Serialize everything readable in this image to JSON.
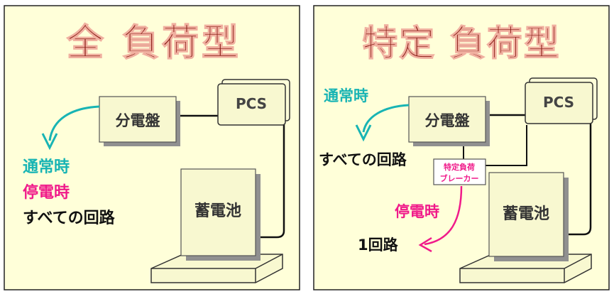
{
  "colors": {
    "panel_bg": "#ffffd9",
    "title_fill": "#8a1b14",
    "title_outline": "#f0b0a0",
    "box_fill": "#f8f8d0",
    "box_border": "#555555",
    "shadow": "#909090",
    "cyan": "#18b4b4",
    "magenta": "#f01a8a",
    "black": "#111111",
    "gray_text": "#444444"
  },
  "left_panel": {
    "title": "全 負荷型",
    "distribution_board": "分電盤",
    "pcs": "PCS",
    "battery": "蓄電池",
    "label_normal": "通常時",
    "label_outage": "停電時",
    "label_all_circuits": "すべての回路"
  },
  "right_panel": {
    "title": "特定 負荷型",
    "distribution_board": "分電盤",
    "pcs": "PCS",
    "battery": "蓄電池",
    "label_normal": "通常時",
    "label_all_circuits": "すべての回路",
    "breaker_line1": "特定負荷",
    "breaker_line2": "ブレーカー",
    "label_outage": "停電時",
    "label_one_circuit": "1回路"
  }
}
